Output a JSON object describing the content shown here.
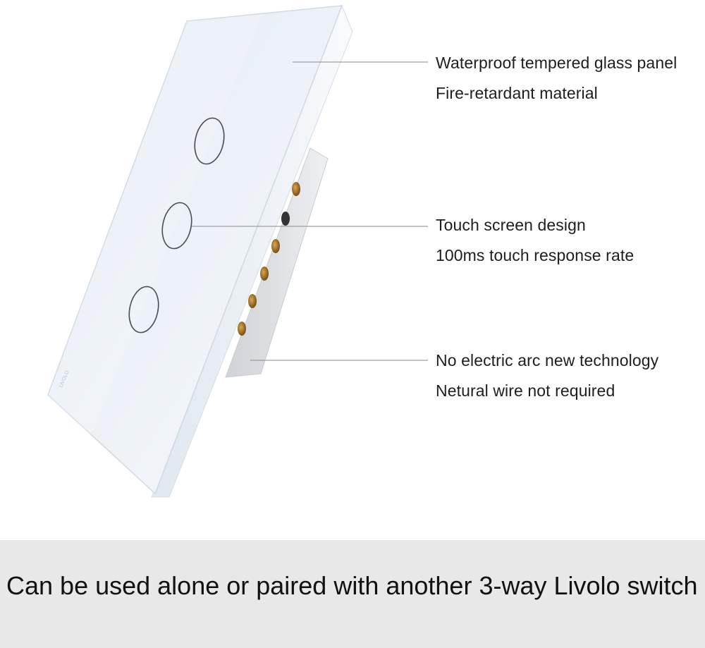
{
  "product": {
    "name": "3-gang touch light switch",
    "brand_mark": "LIVOLO",
    "panel_color": "#edf2f8",
    "accent_colors": {
      "terminal_brass": "#b07a2c",
      "terminal_block": "#e4e6e8",
      "ring": "#4a4f55"
    }
  },
  "callouts": [
    {
      "line1": "Waterproof tempered glass panel",
      "line2": "Fire-retardant material"
    },
    {
      "line1": "Touch screen design",
      "line2": "100ms touch response rate"
    },
    {
      "line1": "No electric arc new technology",
      "line2": "Netural wire not required"
    }
  ],
  "footer": {
    "text": "Can be used alone or paired with another 3-way Livolo switch"
  }
}
